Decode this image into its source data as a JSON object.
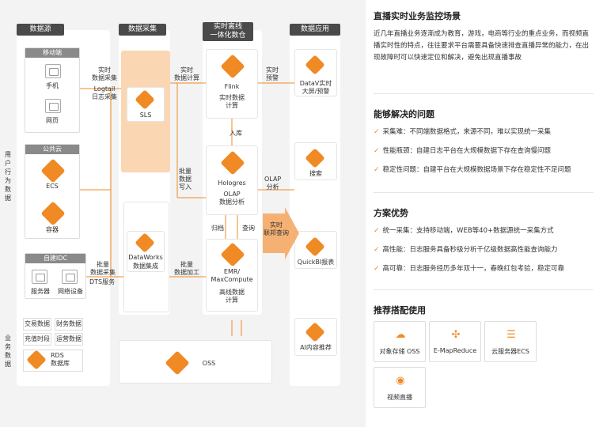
{
  "diagram": {
    "headers": {
      "source": "数据源",
      "collect": "数据采集",
      "warehouse": "实时离线\n一体化数仓",
      "apps": "数据应用"
    },
    "user_behavior": "用户行为数据",
    "business_data": "业务数据",
    "mobile": {
      "title": "移动端",
      "items": [
        "手机",
        "网页"
      ]
    },
    "cloud": {
      "title": "公共云",
      "items": [
        "ECS",
        "容器"
      ]
    },
    "idc": {
      "title": "自建IDC",
      "items": [
        "服务器",
        "网络设备"
      ]
    },
    "biz_cells": [
      "交易数据",
      "财务数据",
      "充值时段",
      "运营数据"
    ],
    "rds": "RDS\n数据库",
    "flows": {
      "realtime_collect": "实时\n数据采集",
      "logtail": "Logtail\n日志采集",
      "batch_collect": "批量\n数据采集",
      "dts": "DTS服务",
      "realtime_compute": "实时\n数据计算",
      "batch_write": "批量\n数据\n写入",
      "batch_process": "批量\n数据加工",
      "realtime_alert": "实时\n预警",
      "ingest": "入库",
      "archive": "归档",
      "query": "查询",
      "olap": "OLAP\n分析",
      "realtime_query": "实时\n联邦查询"
    },
    "nodes": {
      "sls": "SLS",
      "dataworks": "DataWorks",
      "dataworks_sub": "数据集成",
      "flink": "Flink",
      "flink_sub": "实时数据\n计算",
      "hologres": "Hologres",
      "hologres_sub": "OLAP\n数据分析",
      "emr": "EMR/\nMaxCompute",
      "emr_sub": "高线数据\n计算",
      "oss": "OSS",
      "datav": "DataV实时\n大屏/预警",
      "search": "搜索",
      "quickbi": "QuickBI报表",
      "ai": "AI内容推荐"
    }
  },
  "panel": {
    "title": "直播实时业务监控场景",
    "intro": "近几年直播业务逐渐成为教育，游戏，电商等行业的重点业务，而视频直播实时性的特点，往往要求平台需要具备快速排查直播异常的能力，在出现故障时可以快速定位和解决，避免出现直播事故",
    "problems_title": "能够解决的问题",
    "problems": [
      "采集难：不同端数据格式，来源不同，难以实现统一采集",
      "性能瓶颈：自建日志平台在大规模数据下存在查询慢问题",
      "稳定性问题：自建平台在大规模数据场景下存在稳定性不足问题"
    ],
    "advantages_title": "方案优势",
    "advantages": [
      "统一采集：支持移动端，WEB等40+数据源统一采集方式",
      "高性能：日志服务具备秒级分析千亿级数据高性能查询能力",
      "高可靠：日志服务经历多年双十一，春晚红包考验，稳定可靠"
    ],
    "recommend_title": "推荐搭配使用",
    "products": [
      {
        "label": "对象存储 OSS",
        "icon": "cloud-icon"
      },
      {
        "label": "E-MapReduce",
        "icon": "cluster-icon"
      },
      {
        "label": "云服务器ECS",
        "icon": "server-icon"
      },
      {
        "label": "视频直播",
        "icon": "live-icon"
      }
    ]
  },
  "colors": {
    "accent": "#f08a24",
    "header_bg": "#4a4a4a",
    "diagram_bg": "#f3f3f3",
    "sls_fill": "#fbd6b3"
  }
}
